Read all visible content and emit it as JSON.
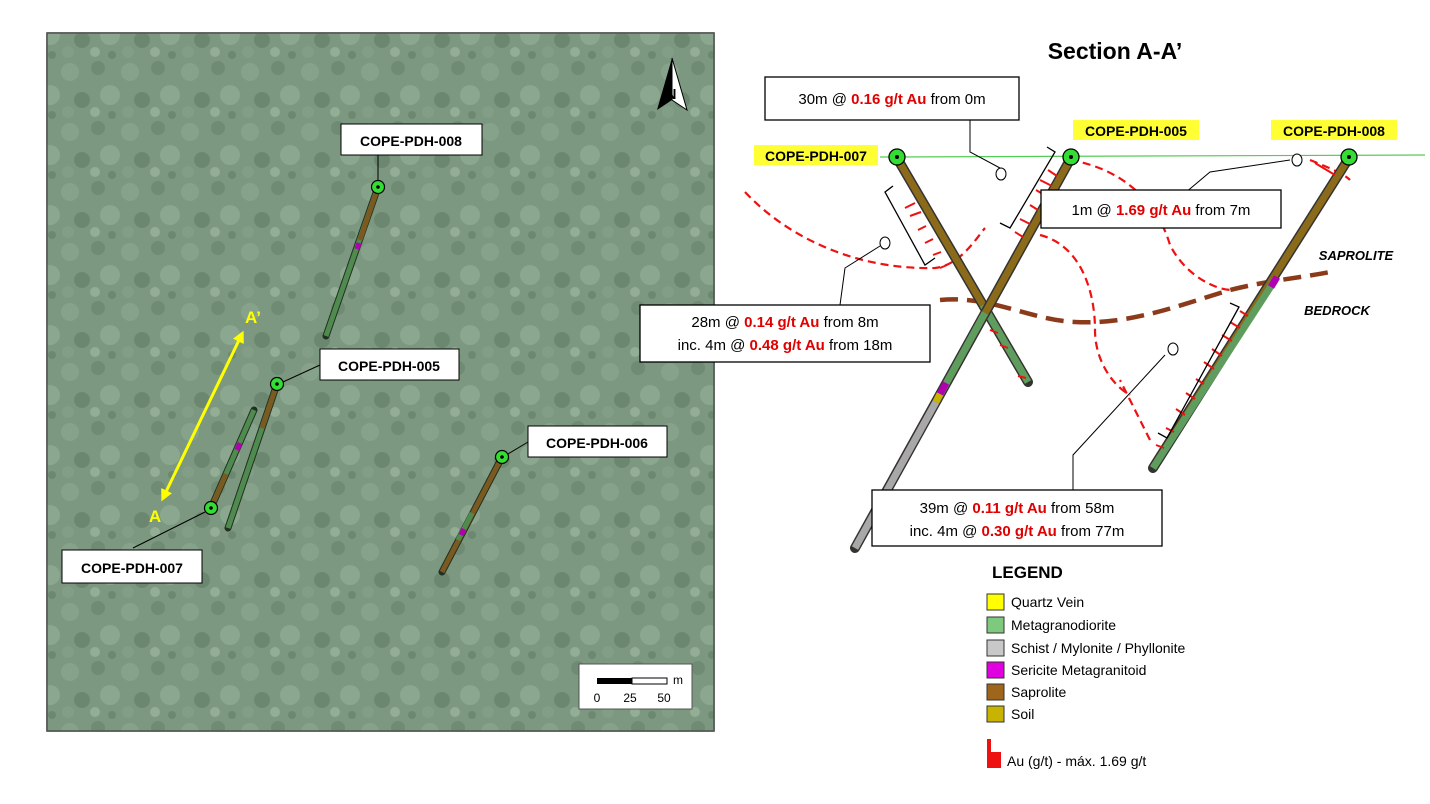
{
  "plan_map": {
    "north_letter": "N",
    "section_start": "A",
    "section_end": "A’",
    "drillholes": [
      {
        "id": "COPE-PDH-008"
      },
      {
        "id": "COPE-PDH-005"
      },
      {
        "id": "COPE-PDH-006"
      },
      {
        "id": "COPE-PDH-007"
      }
    ],
    "scale_bar": {
      "unit": "m",
      "ticks": [
        "0",
        "25",
        "50"
      ]
    }
  },
  "section": {
    "title": "Section A-A’",
    "collars": [
      "COPE-PDH-007",
      "COPE-PDH-005",
      "COPE-PDH-008"
    ],
    "zone_labels": {
      "upper": "SAPROLITE",
      "lower": "BEDROCK"
    },
    "intercepts": [
      {
        "lines": [
          {
            "pre": "30m @ ",
            "grade": "0.16 g/t Au",
            "post": " from 0m"
          }
        ]
      },
      {
        "lines": [
          {
            "pre": "1m @ ",
            "grade": "1.69 g/t Au",
            "post": " from 7m"
          }
        ]
      },
      {
        "lines": [
          {
            "pre": "28m @ ",
            "grade": "0.14 g/t Au",
            "post": " from 8m"
          },
          {
            "pre": "inc. 4m @ ",
            "grade": "0.48 g/t Au",
            "post": " from 18m"
          }
        ]
      },
      {
        "lines": [
          {
            "pre": "39m @ ",
            "grade": "0.11 g/t Au",
            "post": " from 58m"
          },
          {
            "pre": "inc. 4m @ ",
            "grade": "0.30 g/t Au",
            "post": " from 77m"
          }
        ]
      }
    ]
  },
  "legend": {
    "title": "LEGEND",
    "items": [
      {
        "label": "Quartz Vein",
        "color": "#ffff00"
      },
      {
        "label": "Metagranodiorite",
        "color": "#7fc97f"
      },
      {
        "label": "Schist / Mylonite / Phyllonite",
        "color": "#c8c8c8"
      },
      {
        "label": "Sericite Metagranitoid",
        "color": "#e000e0"
      },
      {
        "label": "Saprolite",
        "color": "#a0651c"
      },
      {
        "label": "Soil",
        "color": "#c8b400"
      }
    ],
    "au_label": "Au (g/t) - máx. 1.69 g/t"
  },
  "colors": {
    "collar": "#33dd33",
    "highlight": "#ffff33",
    "grade_red": "#e00000",
    "boundary_brown": "#8b3a1a",
    "map_green": "#6f8d72"
  }
}
